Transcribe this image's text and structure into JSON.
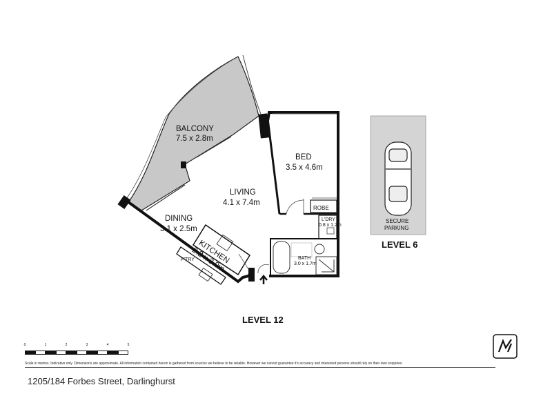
{
  "levels": {
    "main": "LEVEL 12",
    "parking": "LEVEL 6"
  },
  "rooms": {
    "balcony": {
      "name": "BALCONY",
      "size": "7.5 x 2.8m"
    },
    "bed": {
      "name": "BED",
      "size": "3.5 x 4.6m"
    },
    "living": {
      "name": "LIVING",
      "size": "4.1 x 7.4m"
    },
    "dining": {
      "name": "DINING",
      "size": "3.1 x 2.5m"
    },
    "kitchen": {
      "name": "KITCHEN",
      "size": "2.2 x 3.0m"
    },
    "robe": {
      "name": "ROBE"
    },
    "laundry": {
      "name": "L'DRY",
      "size": "0.8 x 1.2m"
    },
    "bath": {
      "name": "BATH",
      "size": "3.0 x 1.7m"
    },
    "pantry": {
      "name": "P'TRY"
    },
    "parking": {
      "line1": "SECURE",
      "line2": "PARKING"
    }
  },
  "scale": {
    "ticks": [
      "0",
      "1",
      "2",
      "3",
      "4",
      "5"
    ]
  },
  "disclaimer": "Scale in metres. Indicative only. Dimensions are approximate. All information contained herein is gathered from sources we believe to be reliable. However we cannot guarantee it's accuracy and interested persons should rely on their own enquiries.",
  "address": "1205/184 Forbes Street, Darlinghurst",
  "colors": {
    "balcony_fill": "#c8c8c8",
    "parking_fill": "#d4d4d4",
    "wall": "#111111"
  },
  "icons": {
    "entry": "up-arrow-icon",
    "logo": "agency-logo-icon",
    "car": "car-icon"
  }
}
